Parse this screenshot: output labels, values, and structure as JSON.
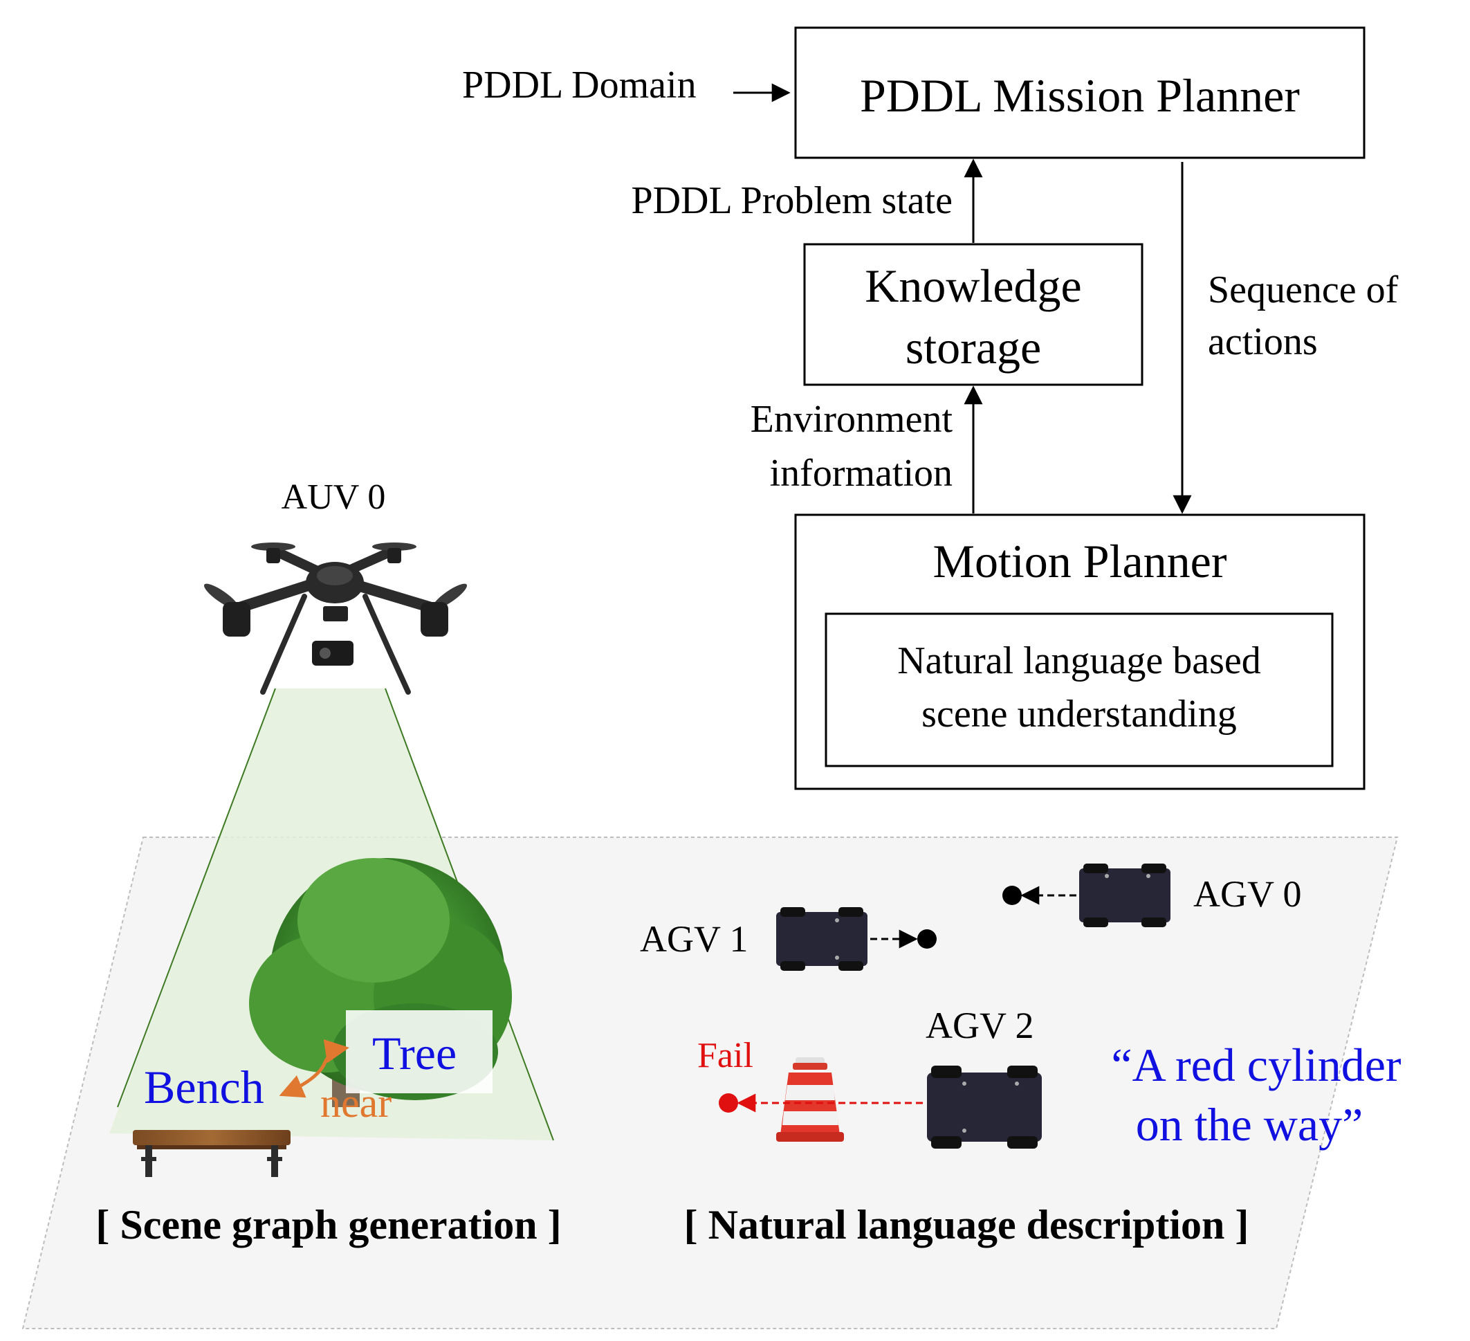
{
  "pddl_domain_label": "PDDL Domain",
  "mission_planner_label": "PDDL Mission Planner",
  "problem_state_label": "PDDL Problem state",
  "knowledge_storage": {
    "line1": "Knowledge",
    "line2": "storage"
  },
  "sequence_of_actions": {
    "line1": "Sequence of",
    "line2": "actions"
  },
  "environment_information": {
    "line1": "Environment",
    "line2": "information"
  },
  "motion_planner_label": "Motion Planner",
  "scene_understanding": {
    "line1": "Natural language based",
    "line2": "scene understanding"
  },
  "auv_label": "AUV 0",
  "bench_label": "Bench",
  "tree_label": "Tree",
  "near_label": "near",
  "agv0_label": "AGV 0",
  "agv1_label": "AGV 1",
  "agv2_label": "AGV 2",
  "fail_label": "Fail",
  "quote": {
    "line1": "“A red cylinder",
    "line2": "on the way”"
  },
  "scene_graph_caption": "[ Scene graph generation ]",
  "nl_description_caption": "[ Natural language description ]",
  "colors": {
    "object_label": "#1010e0",
    "relation_label": "#e07830",
    "fail": "#e01010",
    "fov_fill": "#e3f0dc",
    "fov_edge": "#3d7a22",
    "ground": "#f5f5f5",
    "vehicle_body": "#262636"
  }
}
